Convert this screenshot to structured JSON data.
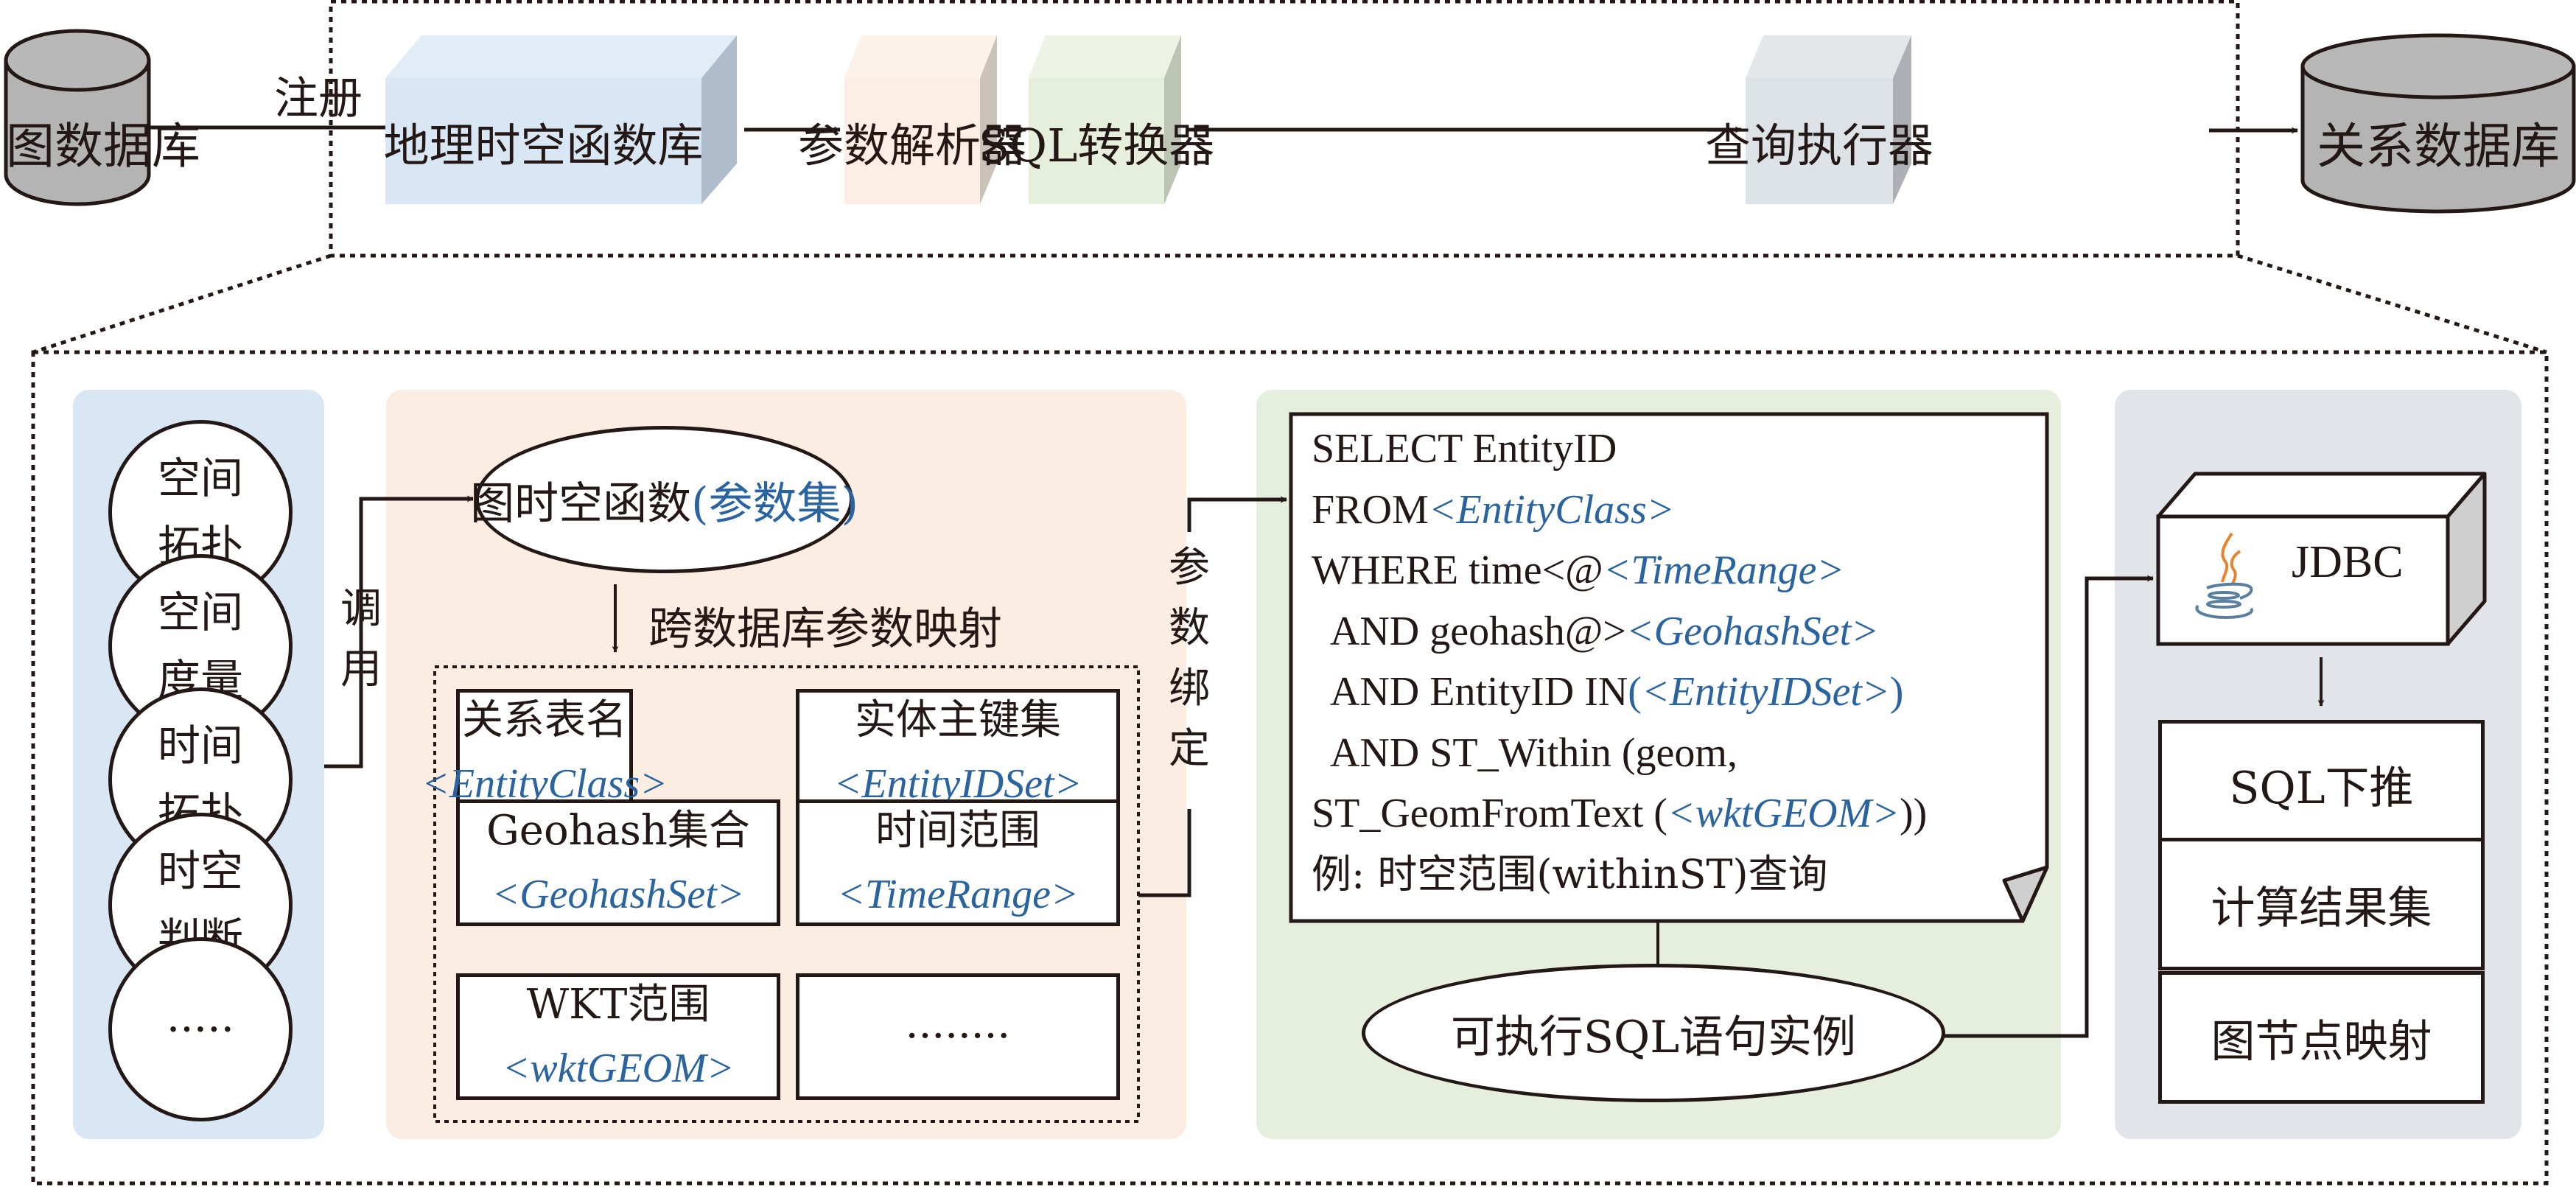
{
  "colors": {
    "ink": "#231815",
    "accent_blue": "#2a64a0",
    "db_gray": "#b4b4b4",
    "panel_blue": "#d9e6f4",
    "panel_peach": "#fcede3",
    "panel_green": "#e6eedd",
    "panel_gray": "#e1e5e9",
    "box_blue": "#dce8f5",
    "box_peach": "#fdefe6",
    "box_green": "#e6eedc",
    "box_gray": "#dde2e7"
  },
  "top_flow": {
    "source_db": "图数据库",
    "register_label": "注册",
    "stages": [
      {
        "label": "地理时空函数库"
      },
      {
        "label": "参数解析器"
      },
      {
        "label": "SQL转换器"
      },
      {
        "label": "查询执行器"
      }
    ],
    "target_db": "关系数据库"
  },
  "function_library": {
    "categories": [
      {
        "line1": "空间",
        "line2": "拓扑"
      },
      {
        "line1": "空间",
        "line2": "度量"
      },
      {
        "line1": "时间",
        "line2": "拓扑"
      },
      {
        "line1": "时空",
        "line2": "判断"
      },
      {
        "line1": "·····",
        "line2": ""
      }
    ],
    "invoke_label": [
      "调",
      "用"
    ]
  },
  "parameter_parser": {
    "function_node": {
      "prefix": "图时空函数",
      "param": "(参数集)"
    },
    "mapping_label": "跨数据库参数映射",
    "params": [
      {
        "name": "关系表名",
        "token": "<EntityClass>"
      },
      {
        "name": "实体主键集",
        "token": "<EntityIDSet>"
      },
      {
        "name": "Geohash集合",
        "token": "<GeohashSet>"
      },
      {
        "name": "时间范围",
        "token": "<TimeRange>"
      },
      {
        "name": "WKT范围",
        "token": "<wktGEOM>"
      },
      {
        "name": "········",
        "token": ""
      }
    ],
    "bind_label": [
      "参",
      "数",
      "绑",
      "定"
    ]
  },
  "sql_converter": {
    "lines": [
      [
        {
          "t": "SELECT EntityID",
          "s": "plain"
        }
      ],
      [
        {
          "t": "FROM",
          "s": "plain"
        },
        {
          "t": "<EntityClass>",
          "s": "param"
        }
      ],
      [
        {
          "t": "WHERE time<@",
          "s": "plain"
        },
        {
          "t": "<TimeRange>",
          "s": "param"
        }
      ],
      [
        {
          "t": "  AND geohash@>",
          "s": "plain"
        },
        {
          "t": "<GeohashSet>",
          "s": "param"
        }
      ],
      [
        {
          "t": "  AND EntityID IN",
          "s": "plain"
        },
        {
          "t": "(",
          "s": "blue"
        },
        {
          "t": "<EntityIDSet>",
          "s": "param"
        },
        {
          "t": ")",
          "s": "blue"
        }
      ],
      [
        {
          "t": "  AND ST_Within (geom,",
          "s": "plain"
        }
      ],
      [
        {
          "t": "ST_GeomFromText (",
          "s": "plain"
        },
        {
          "t": "<wktGEOM>",
          "s": "param"
        },
        {
          "t": "))",
          "s": "plain"
        }
      ],
      [
        {
          "t": "例: 时空范围(withinST)查询",
          "s": "plain"
        }
      ]
    ],
    "sql_instance": "可执行SQL语句实例"
  },
  "query_executor": {
    "jdbc_label": "JDBC",
    "jdbc_icon": "java-cup-icon",
    "steps": [
      "SQL下推",
      "计算结果集",
      "图节点映射"
    ]
  }
}
